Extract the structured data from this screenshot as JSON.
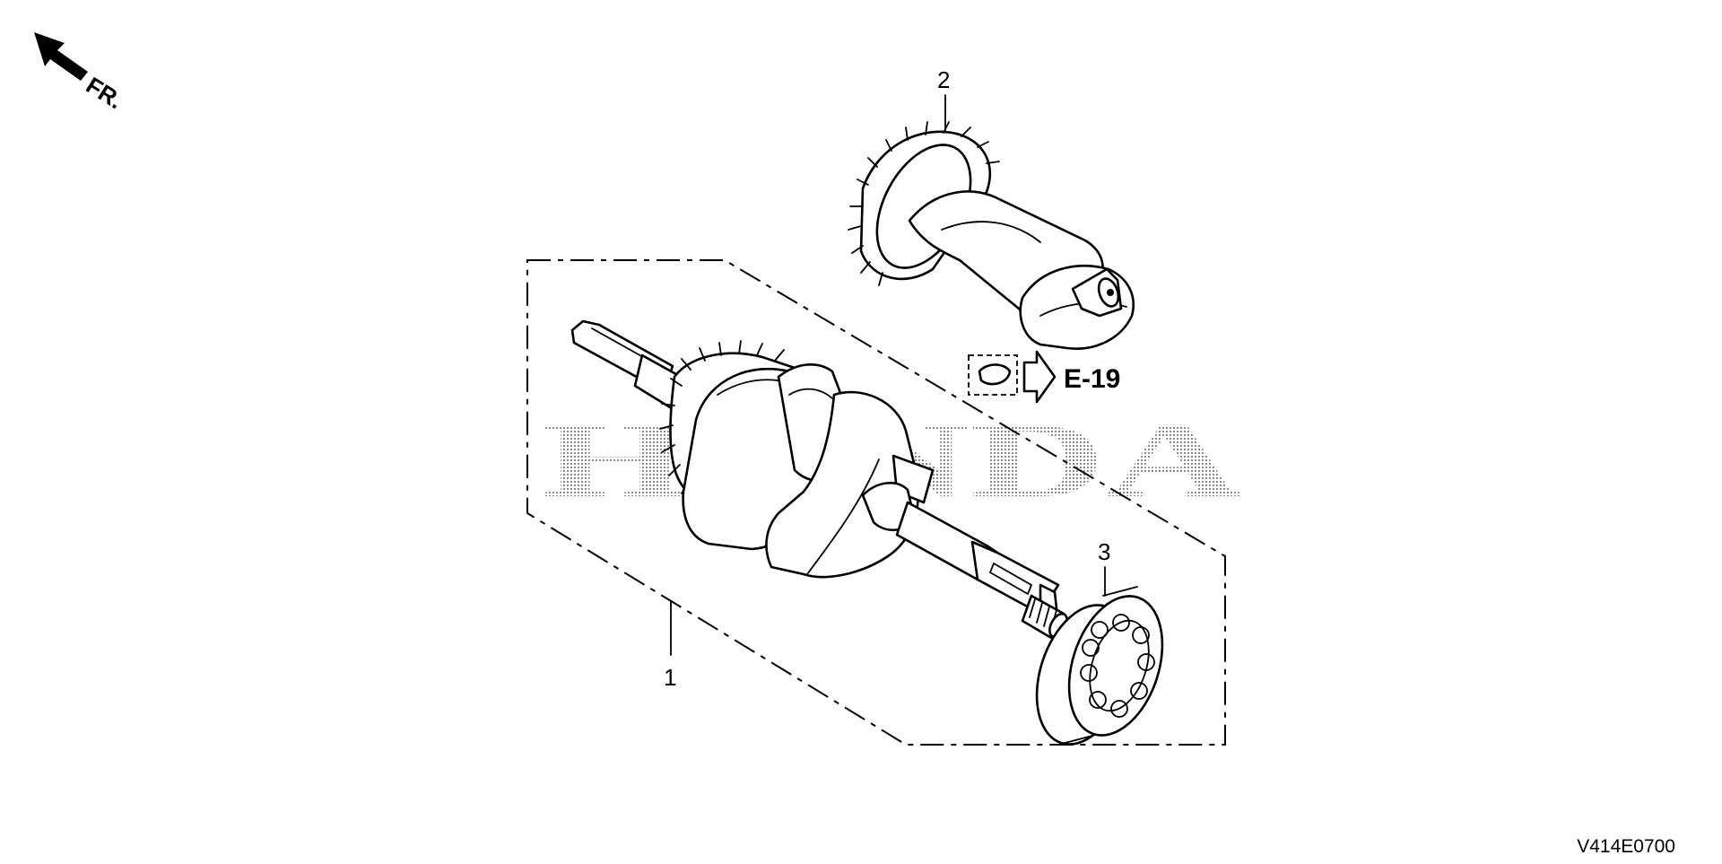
{
  "diagram": {
    "direction_label": "FR.",
    "reference_label": "E-19",
    "watermark_text": "HONDA",
    "drawing_code": "V414E0700",
    "callouts": [
      "1",
      "2",
      "3"
    ]
  }
}
